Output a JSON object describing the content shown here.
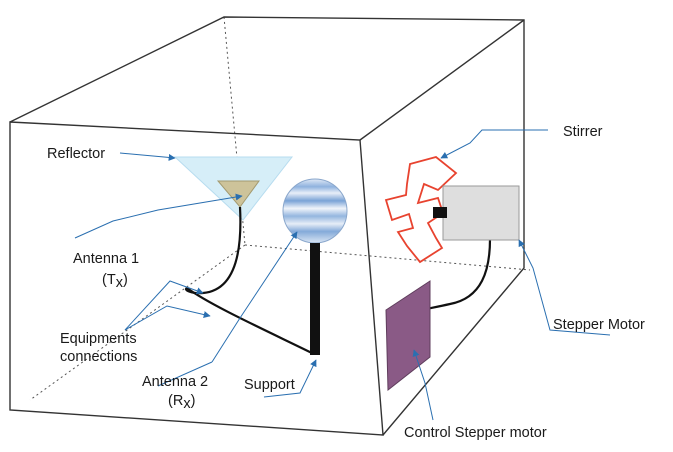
{
  "labels": {
    "reflector": "Reflector",
    "antenna1": "Antenna 1",
    "antenna1_symbol": "(T",
    "antenna1_sub": "x",
    "antenna1_close": ")",
    "equipments_line1": "Equipments",
    "equipments_line2": "connections",
    "antenna2": "Antenna 2",
    "antenna2_symbol": "(R",
    "antenna2_sub": "x",
    "antenna2_close": ")",
    "support": "Support",
    "stirrer": "Stirrer",
    "stepper_motor": "Stepper Motor",
    "control_stepper_motor": "Control Stepper motor"
  },
  "colors": {
    "leader_line": "#2a6fb0",
    "box_edge": "#333333",
    "reflector_fill": "#d6eef8",
    "antenna_fill": "#cdc39a",
    "stirrer_outline": "#e8432f",
    "motor_fill": "#dedede",
    "control_fill": "#8a5a86",
    "cable": "#111111"
  }
}
